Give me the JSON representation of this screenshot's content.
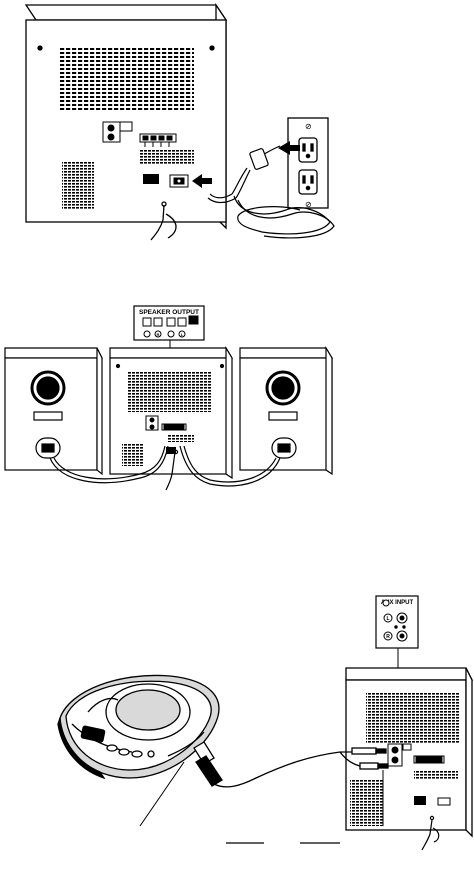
{
  "labels": {
    "speaker_output": "SPEAKER OUTPUT",
    "aux_input": "AUX INPUT",
    "terminal_left": "L",
    "terminal_right": "R"
  },
  "colors": {
    "ink": "#000000",
    "paper": "#ffffff",
    "shade": "#d9d9d9"
  }
}
